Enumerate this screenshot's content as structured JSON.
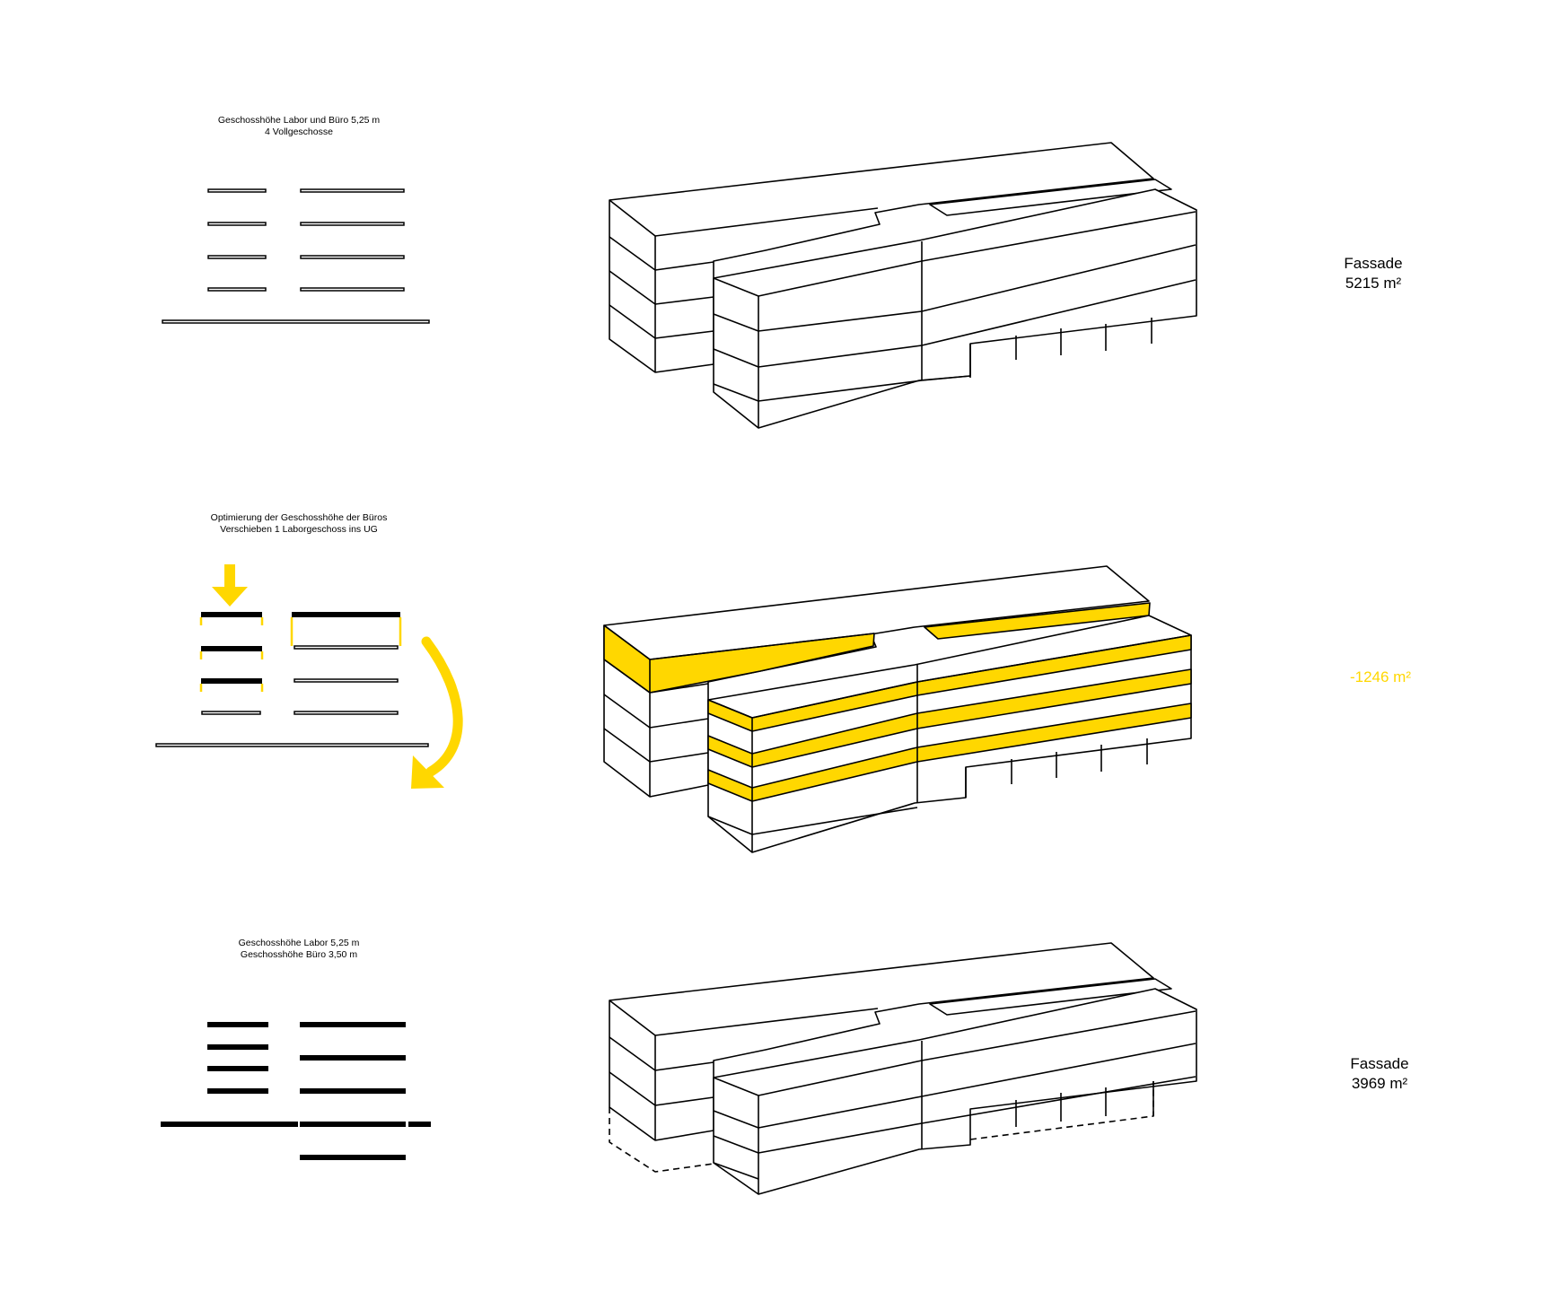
{
  "colors": {
    "accent": "#FFD700",
    "line": "#000000",
    "background": "#ffffff"
  },
  "rows": [
    {
      "caption_line1": "Geschosshöhe Labor und Büro 5,25 m",
      "caption_line2": "4 Vollgeschosse",
      "metric_label": "Fassade",
      "metric_value": "5215 m²"
    },
    {
      "caption_line1": "Optimierung der Geschosshöhe der Büros",
      "caption_line2": "Verschieben 1 Laborgeschoss ins UG",
      "metric_delta": "-1246 m²"
    },
    {
      "caption_line1": "Geschosshöhe Labor 5,25 m",
      "caption_line2": "Geschosshöhe Büro 3,50 m",
      "metric_label": "Fassade",
      "metric_value": "3969 m²"
    }
  ]
}
